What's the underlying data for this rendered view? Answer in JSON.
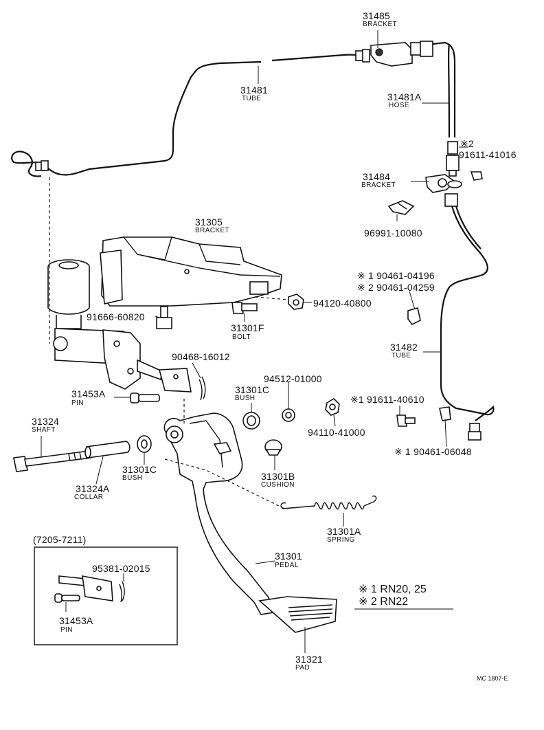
{
  "labels": {
    "p31485": "31485",
    "p31485_sub": "BRACKET",
    "p31481": "31481",
    "p31481_sub": "TUBE",
    "p31481a": "31481A",
    "p31481a_sub": "HOSE",
    "mark2_top": "※2",
    "p91611_41016": "91611-41016",
    "p31484": "31484",
    "p31484_sub": "BRACKET",
    "p96991": "96991-10080",
    "p31305": "31305",
    "p31305_sub": "BRACKET",
    "p90461_04196": "※ 1 90461-04196",
    "p90461_04259": "※ 2 90461-04259",
    "p94120": "94120-40800",
    "p91666": "91666-60820",
    "p31301f": "31301F",
    "p31301f_sub": "BOLT",
    "p31482": "31482",
    "p31482_sub": "TUBE",
    "p90468": "90468-16012",
    "p94512": "94512-01000",
    "p31301c_top": "31301C",
    "p31301c_top_sub": "BUSH",
    "p31453a_top": "31453A",
    "p31453a_top_sub": "PIN",
    "p91611_40610": "※1  91611-40610",
    "p94110": "94110-41000",
    "p31324": "31324",
    "p31324_sub": "SHAFT",
    "p90461_06048": "※ 1  90461-06048",
    "p31301c_low": "31301C",
    "p31301c_low_sub": "BUSH",
    "p31301b": "31301B",
    "p31301b_sub": "CUSHION",
    "p31324a": "31324A",
    "p31324a_sub": "COLLAR",
    "p31301a": "31301A",
    "p31301a_sub": "SPRING",
    "inset_title": "(7205-7211)",
    "p95381": "95381-02015",
    "p31453a_inset": "31453A",
    "p31453a_inset_sub": "PIN",
    "p31301": "31301",
    "p31301_sub": "PEDAL",
    "legend1": "※ 1  RN20, 25",
    "legend2": "※ 2  RN22",
    "p31321": "31321",
    "p31321_sub": "PAD",
    "code": "MC 1807-E"
  }
}
